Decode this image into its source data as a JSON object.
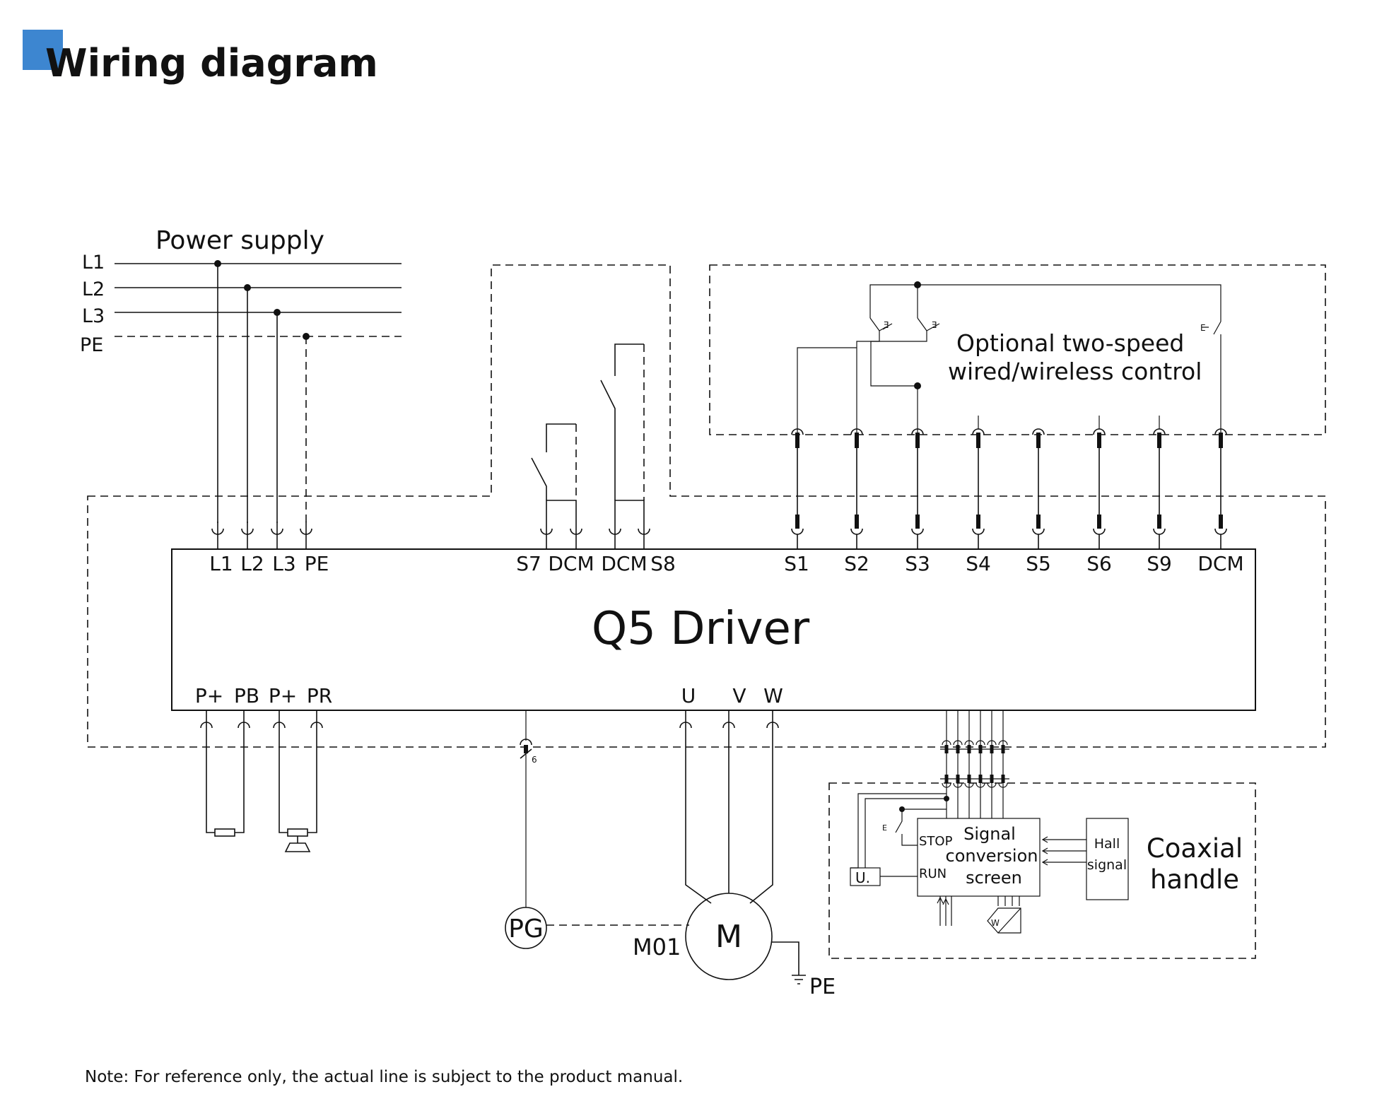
{
  "header": {
    "title": "Wiring diagram",
    "accent_color": "#3d86d0"
  },
  "power_supply": {
    "label": "Power supply",
    "lines": [
      "L1",
      "L2",
      "L3",
      "PE"
    ]
  },
  "driver": {
    "name": "Q5 Driver",
    "top_power_terminals": [
      "L1",
      "L2",
      "L3",
      "PE"
    ],
    "top_limit_terminals": [
      "S7",
      "DCM",
      "DCM",
      "S8"
    ],
    "top_control_terminals": [
      "S1",
      "S2",
      "S3",
      "S4",
      "S5",
      "S6",
      "S9",
      "DCM"
    ],
    "bottom_brake_terminals": [
      "P+",
      "PB",
      "P+",
      "PR"
    ],
    "bottom_motor_terminals": [
      "U",
      "V",
      "W"
    ]
  },
  "optional_control": {
    "line1": "Optional two-speed",
    "line2": "wired/wireless control"
  },
  "motor": {
    "symbol": "M",
    "tag": "M01",
    "encoder": "PG",
    "ground": "PE"
  },
  "coaxial_handle": {
    "label_line1": "Coaxial",
    "label_line2": "handle",
    "screen_line1": "Signal",
    "screen_line2": "conversion",
    "screen_line3": "screen",
    "stop": "STOP",
    "run": "RUN",
    "u_box": "U.",
    "hall_line1": "Hall",
    "hall_line2": "signal"
  },
  "note": "Note: For reference only, the actual line is subject to the product manual."
}
